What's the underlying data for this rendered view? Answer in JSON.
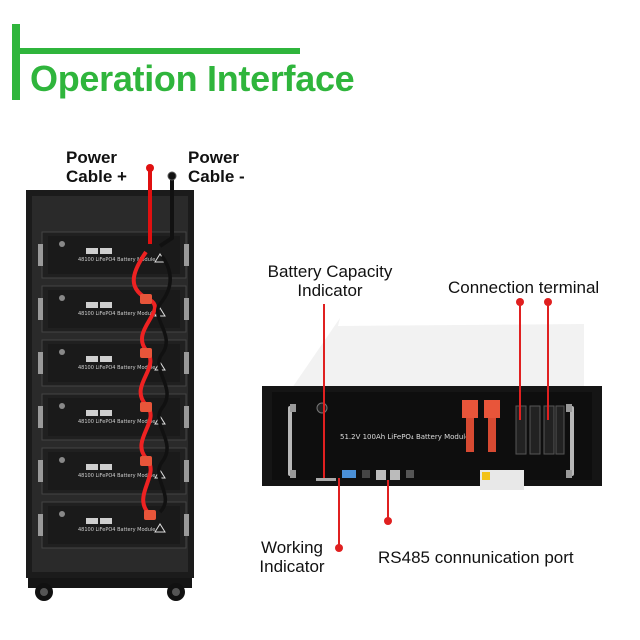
{
  "title": "Operation Interface",
  "labels": {
    "power_pos": [
      "Power",
      "Cable +"
    ],
    "power_neg": [
      "Power",
      "Cable -"
    ],
    "battery_capacity": [
      "Battery Capacity",
      "Indicator"
    ],
    "connection_terminal": "Connection terminal",
    "working": [
      "Working",
      "Indicator"
    ],
    "rs485": "RS485 connunication port"
  },
  "module_text": "48100 LiFePO4 Battery Module",
  "front_module_text": "51.2V 100Ah LiFePO₄ Battery Module",
  "colors": {
    "accent": "#2fb53c",
    "cable_red": "#e01010",
    "callout_red": "#e02020",
    "terminal_orange": "#e8553a"
  }
}
